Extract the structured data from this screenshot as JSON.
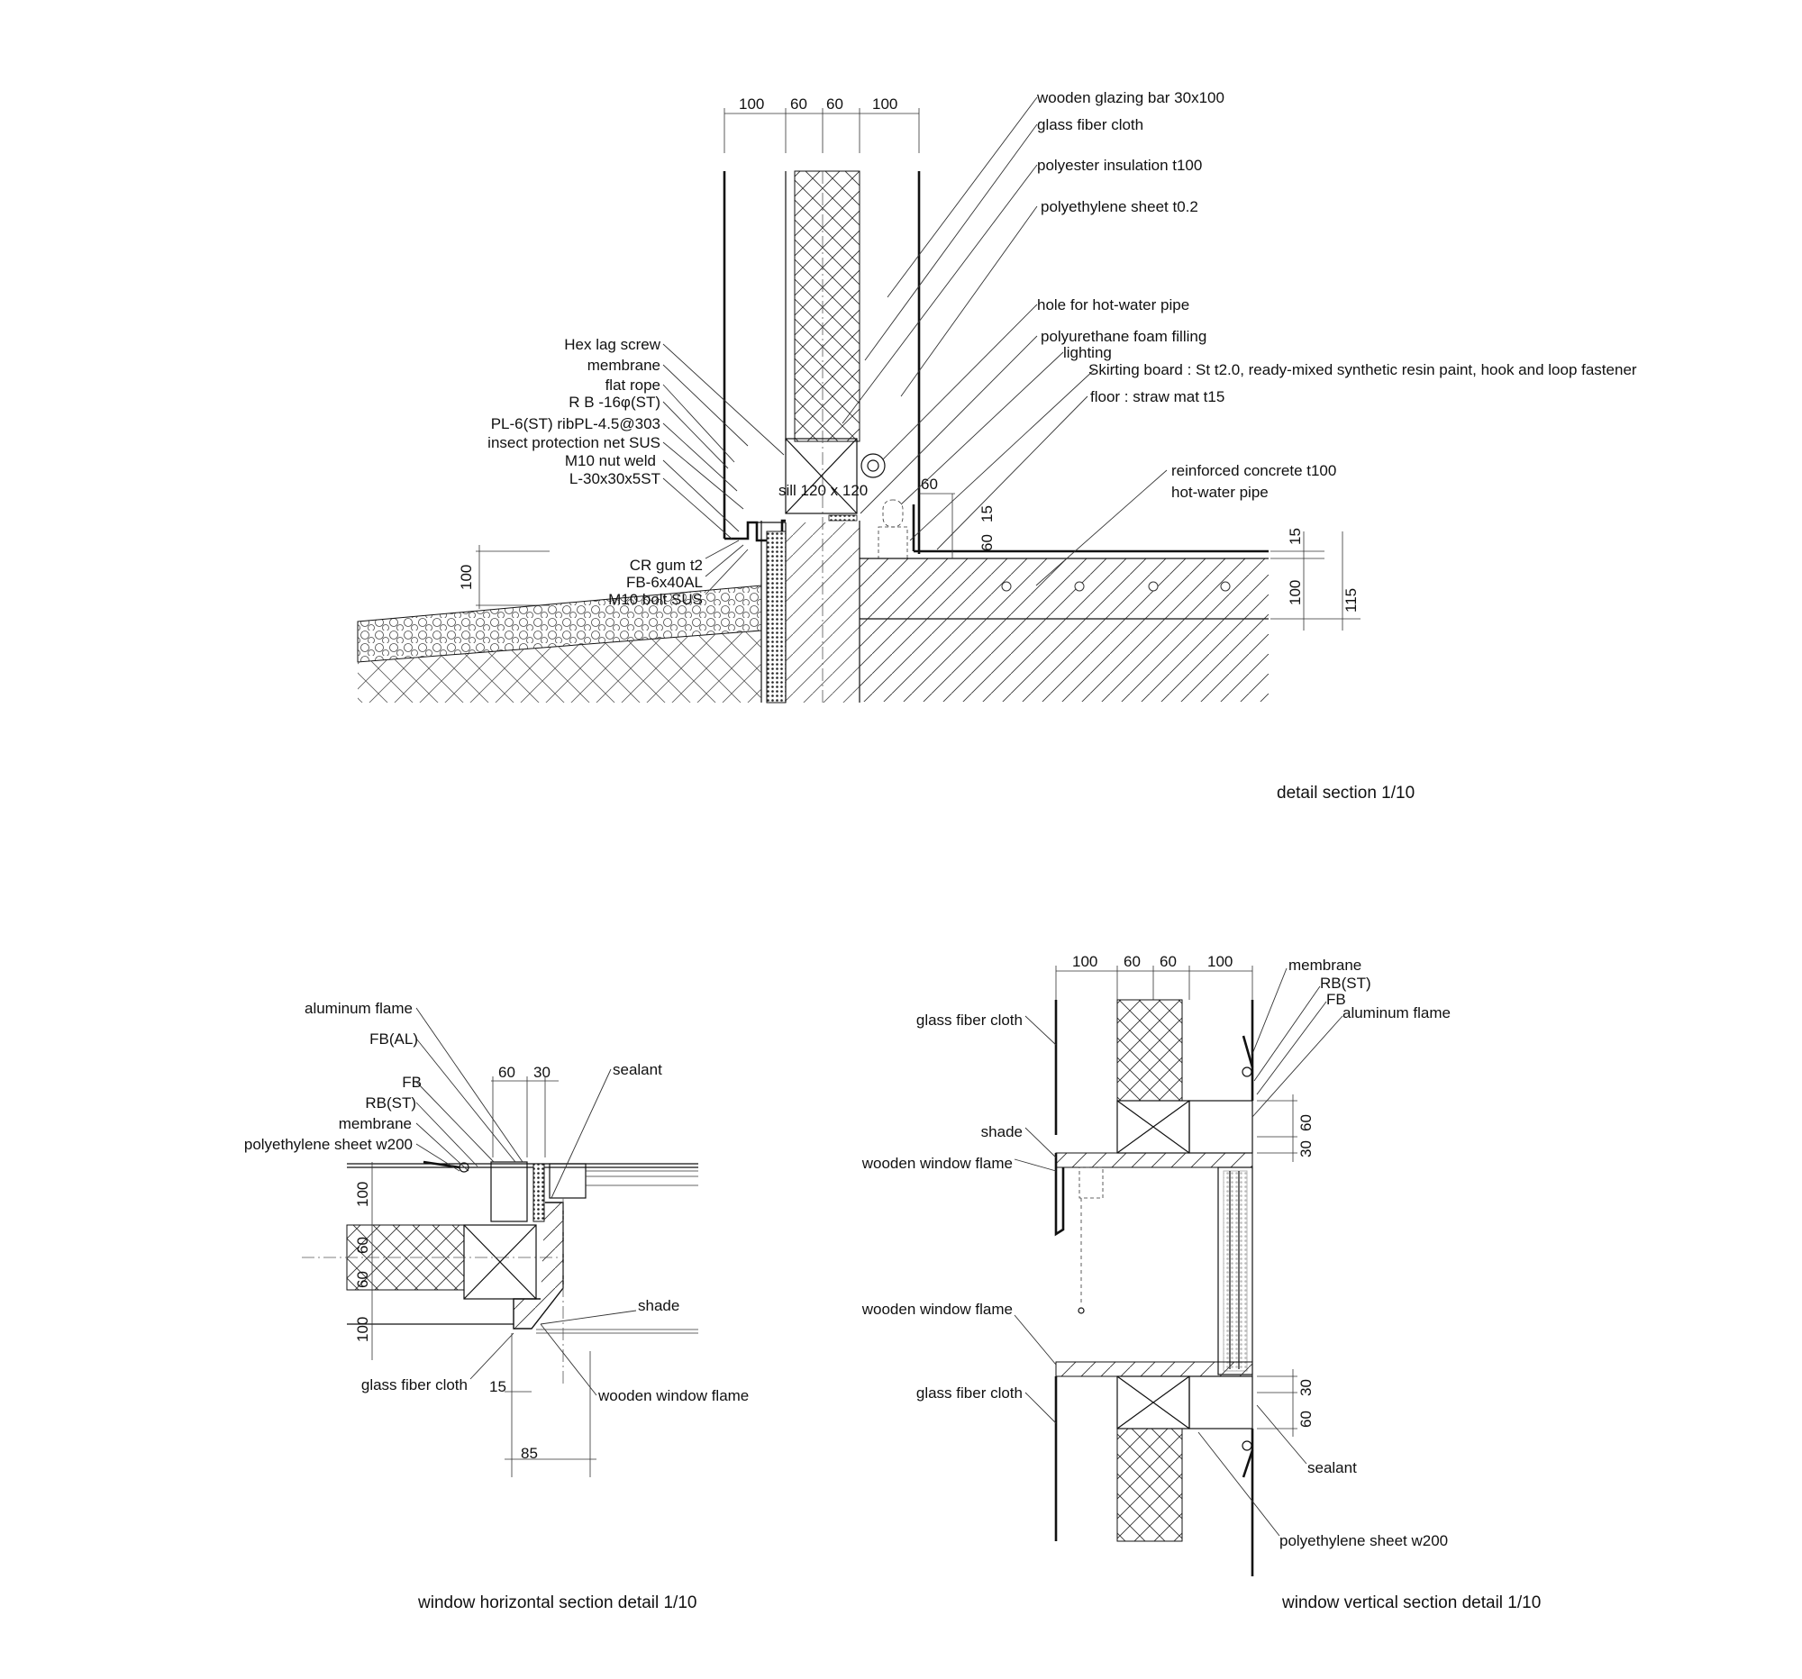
{
  "detail_section": {
    "title": "detail section 1/10",
    "dims_top": [
      "100",
      "60",
      "60",
      "100"
    ],
    "dims_misc": {
      "sixty": "60",
      "fifteen": "15",
      "sixty_v": "60",
      "ground_100": "100",
      "slab_15": "15",
      "slab_100": "100",
      "slab_115": "115"
    },
    "sill_label": "sill 120 x 120",
    "labels_right": [
      "wooden glazing bar 30x100",
      "glass fiber cloth",
      "polyester insulation t100",
      "polyethylene sheet t0.2",
      "hole for hot-water pipe",
      "polyurethane foam filling",
      "lighting",
      "Skirting board : St t2.0, ready-mixed synthetic resin paint, hook and loop fastener",
      "floor : straw mat t15",
      "reinforced concrete t100",
      "hot-water pipe"
    ],
    "labels_left": [
      "Hex lag screw",
      "membrane",
      "flat rope",
      "R B -16φ(ST)",
      "PL-6(ST)  ribPL-4.5@303",
      "insect protection net SUS",
      "M10 nut weld",
      "L-30x30x5ST"
    ],
    "labels_bottom_left": [
      "CR gum t2",
      "FB-6x40AL",
      "M10 bolt SUS"
    ]
  },
  "window_horizontal": {
    "title": "window horizontal section detail 1/10",
    "labels_left": [
      "aluminum  flame",
      "FB(AL)",
      "FB",
      "RB(ST)",
      "membrane",
      "polyethylene sheet w200"
    ],
    "sealant": "sealant",
    "shade": "shade",
    "wooden_window_flame": "wooden window flame",
    "glass_fiber_cloth": "glass fiber cloth",
    "dims": {
      "d60": "60",
      "d30": "30",
      "d15": "15",
      "d85": "85",
      "v": [
        "100",
        "60",
        "60",
        "100"
      ]
    }
  },
  "window_vertical": {
    "title": "window vertical section detail 1/10",
    "dims_top": [
      "100",
      "60",
      "60",
      "100"
    ],
    "labels_right_top": [
      "membrane",
      "RB(ST)",
      "FB",
      "aluminum  flame"
    ],
    "labels_left": [
      "glass fiber cloth",
      "shade",
      "wooden window flame",
      "wooden window flame",
      "glass fiber cloth"
    ],
    "sealant": "sealant",
    "polyethylene": "polyethylene sheet w200",
    "dims_v": [
      "60",
      "30",
      "30",
      "60"
    ]
  }
}
